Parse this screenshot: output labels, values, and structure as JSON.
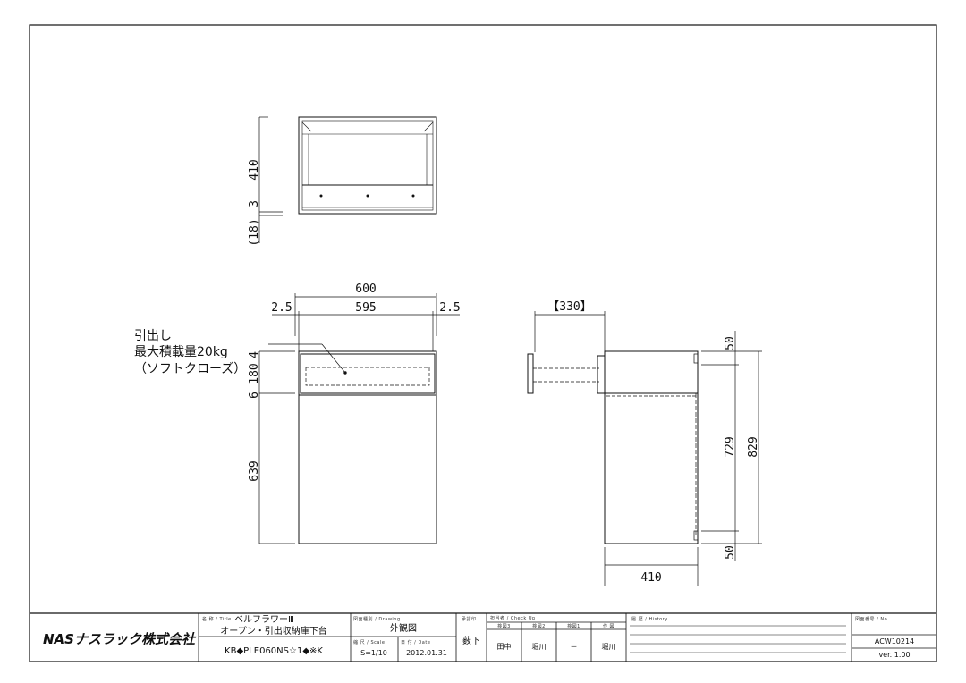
{
  "top_view": {
    "dims": {
      "height": "410",
      "gap": "3",
      "base": "(18)"
    }
  },
  "front_view": {
    "dims": {
      "overall_width": "600",
      "inner_width": "595",
      "left_margin": "2.5",
      "right_margin": "2.5",
      "top_gap": "4",
      "drawer_height": "180",
      "mid_gap": "6",
      "lower_height": "639"
    },
    "note": {
      "line1": "引出し",
      "line2": "最大積載量20kg",
      "line3": "（ソフトクローズ）"
    }
  },
  "side_view": {
    "dims": {
      "drawer_pull": "【330】",
      "top": "50",
      "inner_height": "729",
      "total_height": "829",
      "bottom": "50",
      "depth": "410"
    }
  },
  "title_block": {
    "company": "NASナスラック株式会社",
    "title_label": "名 称 / Title",
    "series": "ベルフラワーⅢ",
    "product_name": "オープン・引出収納庫下台",
    "model": "KB◆PLE060NS☆1◆※K",
    "drawing_label": "図面種別 / Drawing",
    "drawing_type": "外観図",
    "scale_label": "縮 尺 / Scale",
    "scale": "S=1/10",
    "date_label": "日 付 / Date",
    "date": "2012.01.31",
    "approval_label": "承認印",
    "approver": "薮下",
    "check_label": "担当者 / Check Up",
    "check_cols": [
      "検図3",
      "検図2",
      "検図1",
      "作 図"
    ],
    "check_vals": [
      "田中",
      "堀川",
      "－",
      "堀川"
    ],
    "history_label": "履 歴 / History",
    "no_label": "図面番号 / No.",
    "number": "ACW10214",
    "version": "ver. 1.00"
  }
}
